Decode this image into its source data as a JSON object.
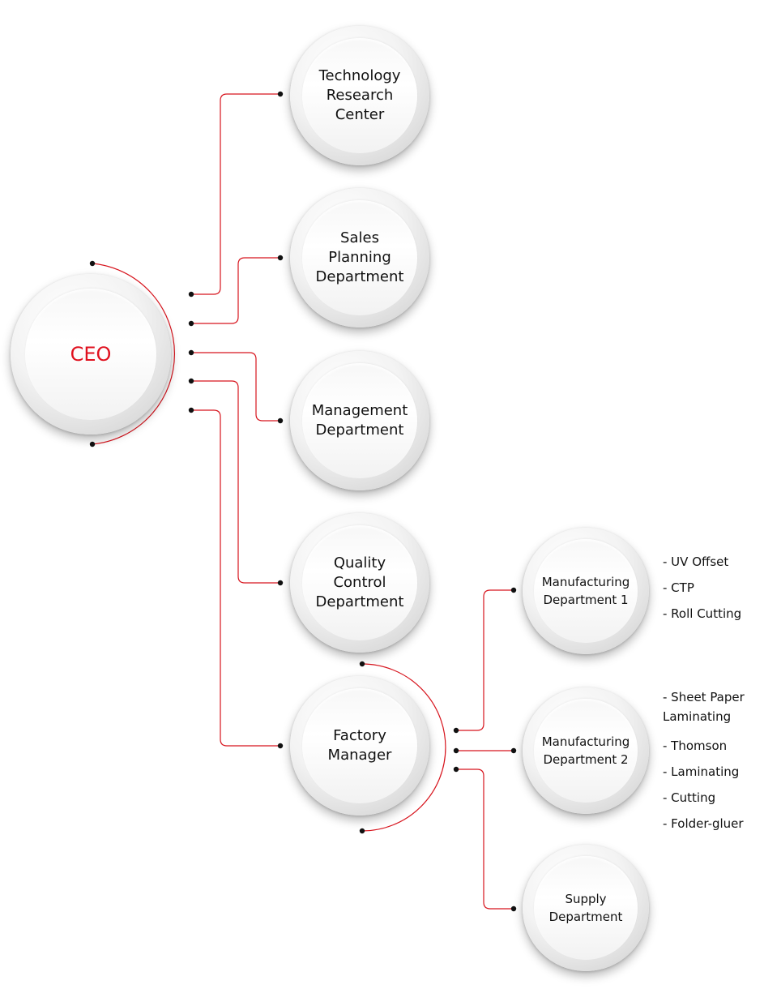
{
  "nodes": {
    "ceo": "CEO",
    "tech": "Technology\nResearch\nCenter",
    "sales": "Sales\nPlanning\nDepartment",
    "management": "Management\nDepartment",
    "quality": "Quality\nControl\nDepartment",
    "factory": "Factory\nManager",
    "mfg1": "Manufacturing\nDepartment 1",
    "mfg2": "Manufacturing\nDepartment 2",
    "supply": "Supply\nDepartment"
  },
  "mfg1_items": [
    "- UV Offset",
    "- CTP",
    "- Roll Cutting"
  ],
  "mfg2_items": [
    "- Sheet Paper\n  Laminating",
    "- Thomson",
    "- Laminating",
    "- Cutting",
    "- Folder-gluer"
  ],
  "colors": {
    "connector": "#d7141d",
    "accent": "#e0101e"
  }
}
